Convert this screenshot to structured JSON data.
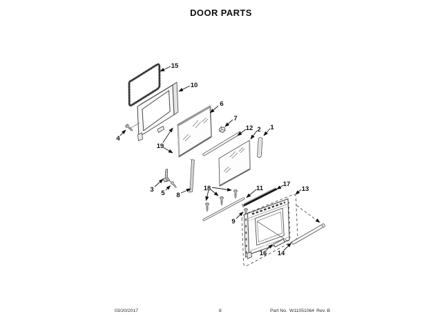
{
  "title": "DOOR PARTS",
  "footer": {
    "date": "03/20/2017",
    "page": "8",
    "part_label": "Part No.",
    "part_number": "W11051064",
    "revision": "Rev. B"
  },
  "diagram": {
    "callouts": [
      {
        "label": "1"
      },
      {
        "label": "2"
      },
      {
        "label": "3"
      },
      {
        "label": "4"
      },
      {
        "label": "5"
      },
      {
        "label": "6"
      },
      {
        "label": "7"
      },
      {
        "label": "8"
      },
      {
        "label": "9"
      },
      {
        "label": "10"
      },
      {
        "label": "11"
      },
      {
        "label": "12"
      },
      {
        "label": "13"
      },
      {
        "label": "14"
      },
      {
        "label": "15"
      },
      {
        "label": "16"
      },
      {
        "label": "17"
      },
      {
        "label": "18"
      },
      {
        "label": "19"
      }
    ]
  }
}
